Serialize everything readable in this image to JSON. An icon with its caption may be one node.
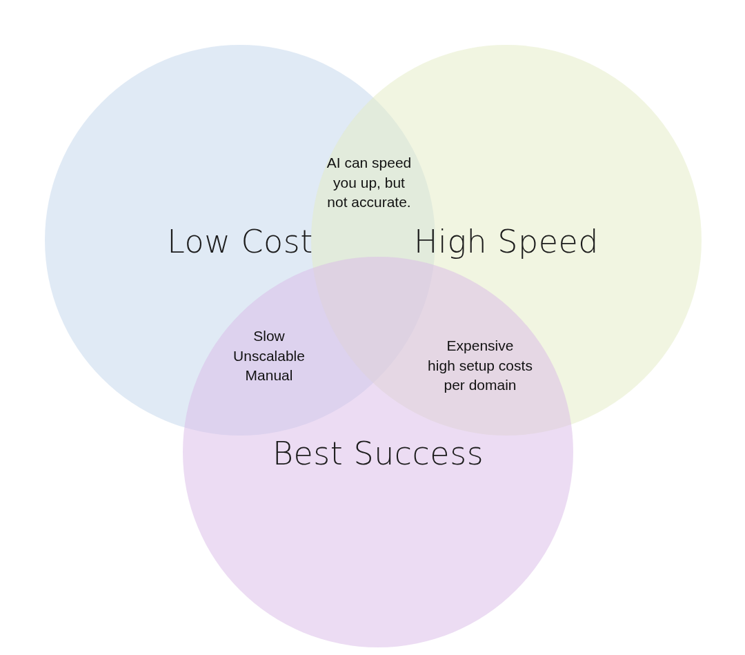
{
  "diagram": {
    "nodes": [
      {
        "text": [
          "Low Cost"
        ]
      },
      {
        "text": [
          "High Speed"
        ]
      },
      {
        "text": [
          "Best Success"
        ]
      }
    ],
    "labels": [
      "AI can speed you up, but not accurate.",
      "Slow Unscalable Manual",
      "Expensive high setup costs per domain"
    ]
  }
}
